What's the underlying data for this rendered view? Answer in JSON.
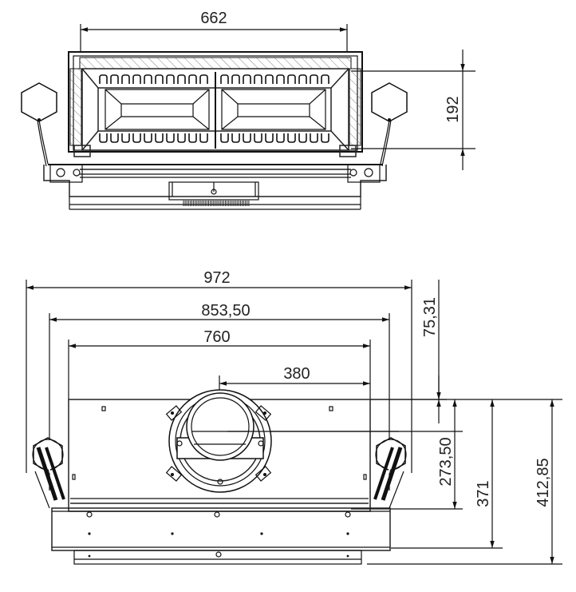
{
  "top_view": {
    "dim_width": "662",
    "dim_height": "192"
  },
  "front_view": {
    "dim_overall_width": "972",
    "dim_width_2": "853,50",
    "dim_width_3": "760",
    "dim_flue_offset": "380",
    "dim_top_offset": "75,31",
    "dim_flue_height": "273,50",
    "dim_body_height": "371",
    "dim_total_height": "412,85"
  },
  "colors": {
    "line": "#111111",
    "background": "#ffffff"
  }
}
